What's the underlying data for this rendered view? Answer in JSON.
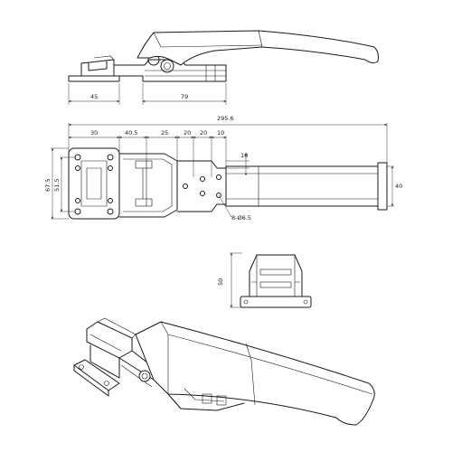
{
  "diagram": {
    "side_view": {
      "dims": {
        "left_width": "45",
        "right_width": "79"
      }
    },
    "top_view": {
      "dims": {
        "overall_length": "295.6",
        "d30": "30",
        "d40_5": "40.5",
        "d25": "25",
        "d20a": "20",
        "d20b": "20",
        "d10": "10",
        "d10_slot": "10",
        "height_67_5": "67.5",
        "height_51_5": "51.5",
        "handle_width": "40",
        "holes": "8-Ø6.5"
      }
    },
    "end_view": {
      "dims": {
        "height": "50"
      }
    },
    "iso_view": {}
  }
}
